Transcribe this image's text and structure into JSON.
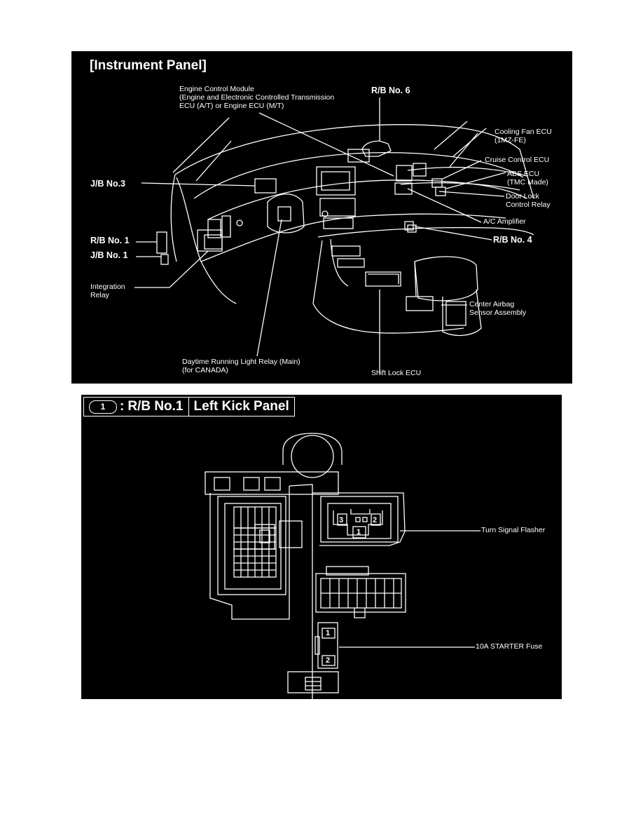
{
  "instrument_panel": {
    "title": "[Instrument Panel]",
    "labels": {
      "engine_control_module": "Engine Control Module\n(Engine and Electronic Controlled Transmission\nECU (A/T) or Engine ECU (M/T)",
      "rb_no_6": "R/B No. 6",
      "cooling_fan_ecu": "Cooling Fan ECU\n(1MZ-FE)",
      "cruise_control_ecu": "Cruise Control ECU",
      "abs_ecu": "ABS ECU\n(TMC Made)",
      "door_lock_control_relay": "Door Lock\nControl Relay",
      "ac_amplifier": "A/C Amplifier",
      "rb_no_4": "R/B No. 4",
      "jb_no_3": "J/B No.3",
      "rb_no_1": "R/B No. 1",
      "jb_no_1": "J/B No. 1",
      "integration_relay": "Integration\nRelay",
      "center_airbag_sensor": "Center Airbag\nSensor Assembly",
      "daytime_running_light_relay": "Daytime Running Light Relay (Main)\n(for CANADA)",
      "shift_lock_ecu": "Shift Lock ECU"
    }
  },
  "rb_no1_panel": {
    "header": {
      "number": "1",
      "sep": ":",
      "name": "R/B No.1",
      "location": "Left Kick Panel"
    },
    "labels": {
      "turn_signal_flasher": "Turn Signal Flasher",
      "starter_fuse": "10A STARTER Fuse"
    },
    "terminals": {
      "flasher": [
        "3",
        "2",
        "1"
      ],
      "fuse": [
        "1",
        "2"
      ]
    }
  }
}
